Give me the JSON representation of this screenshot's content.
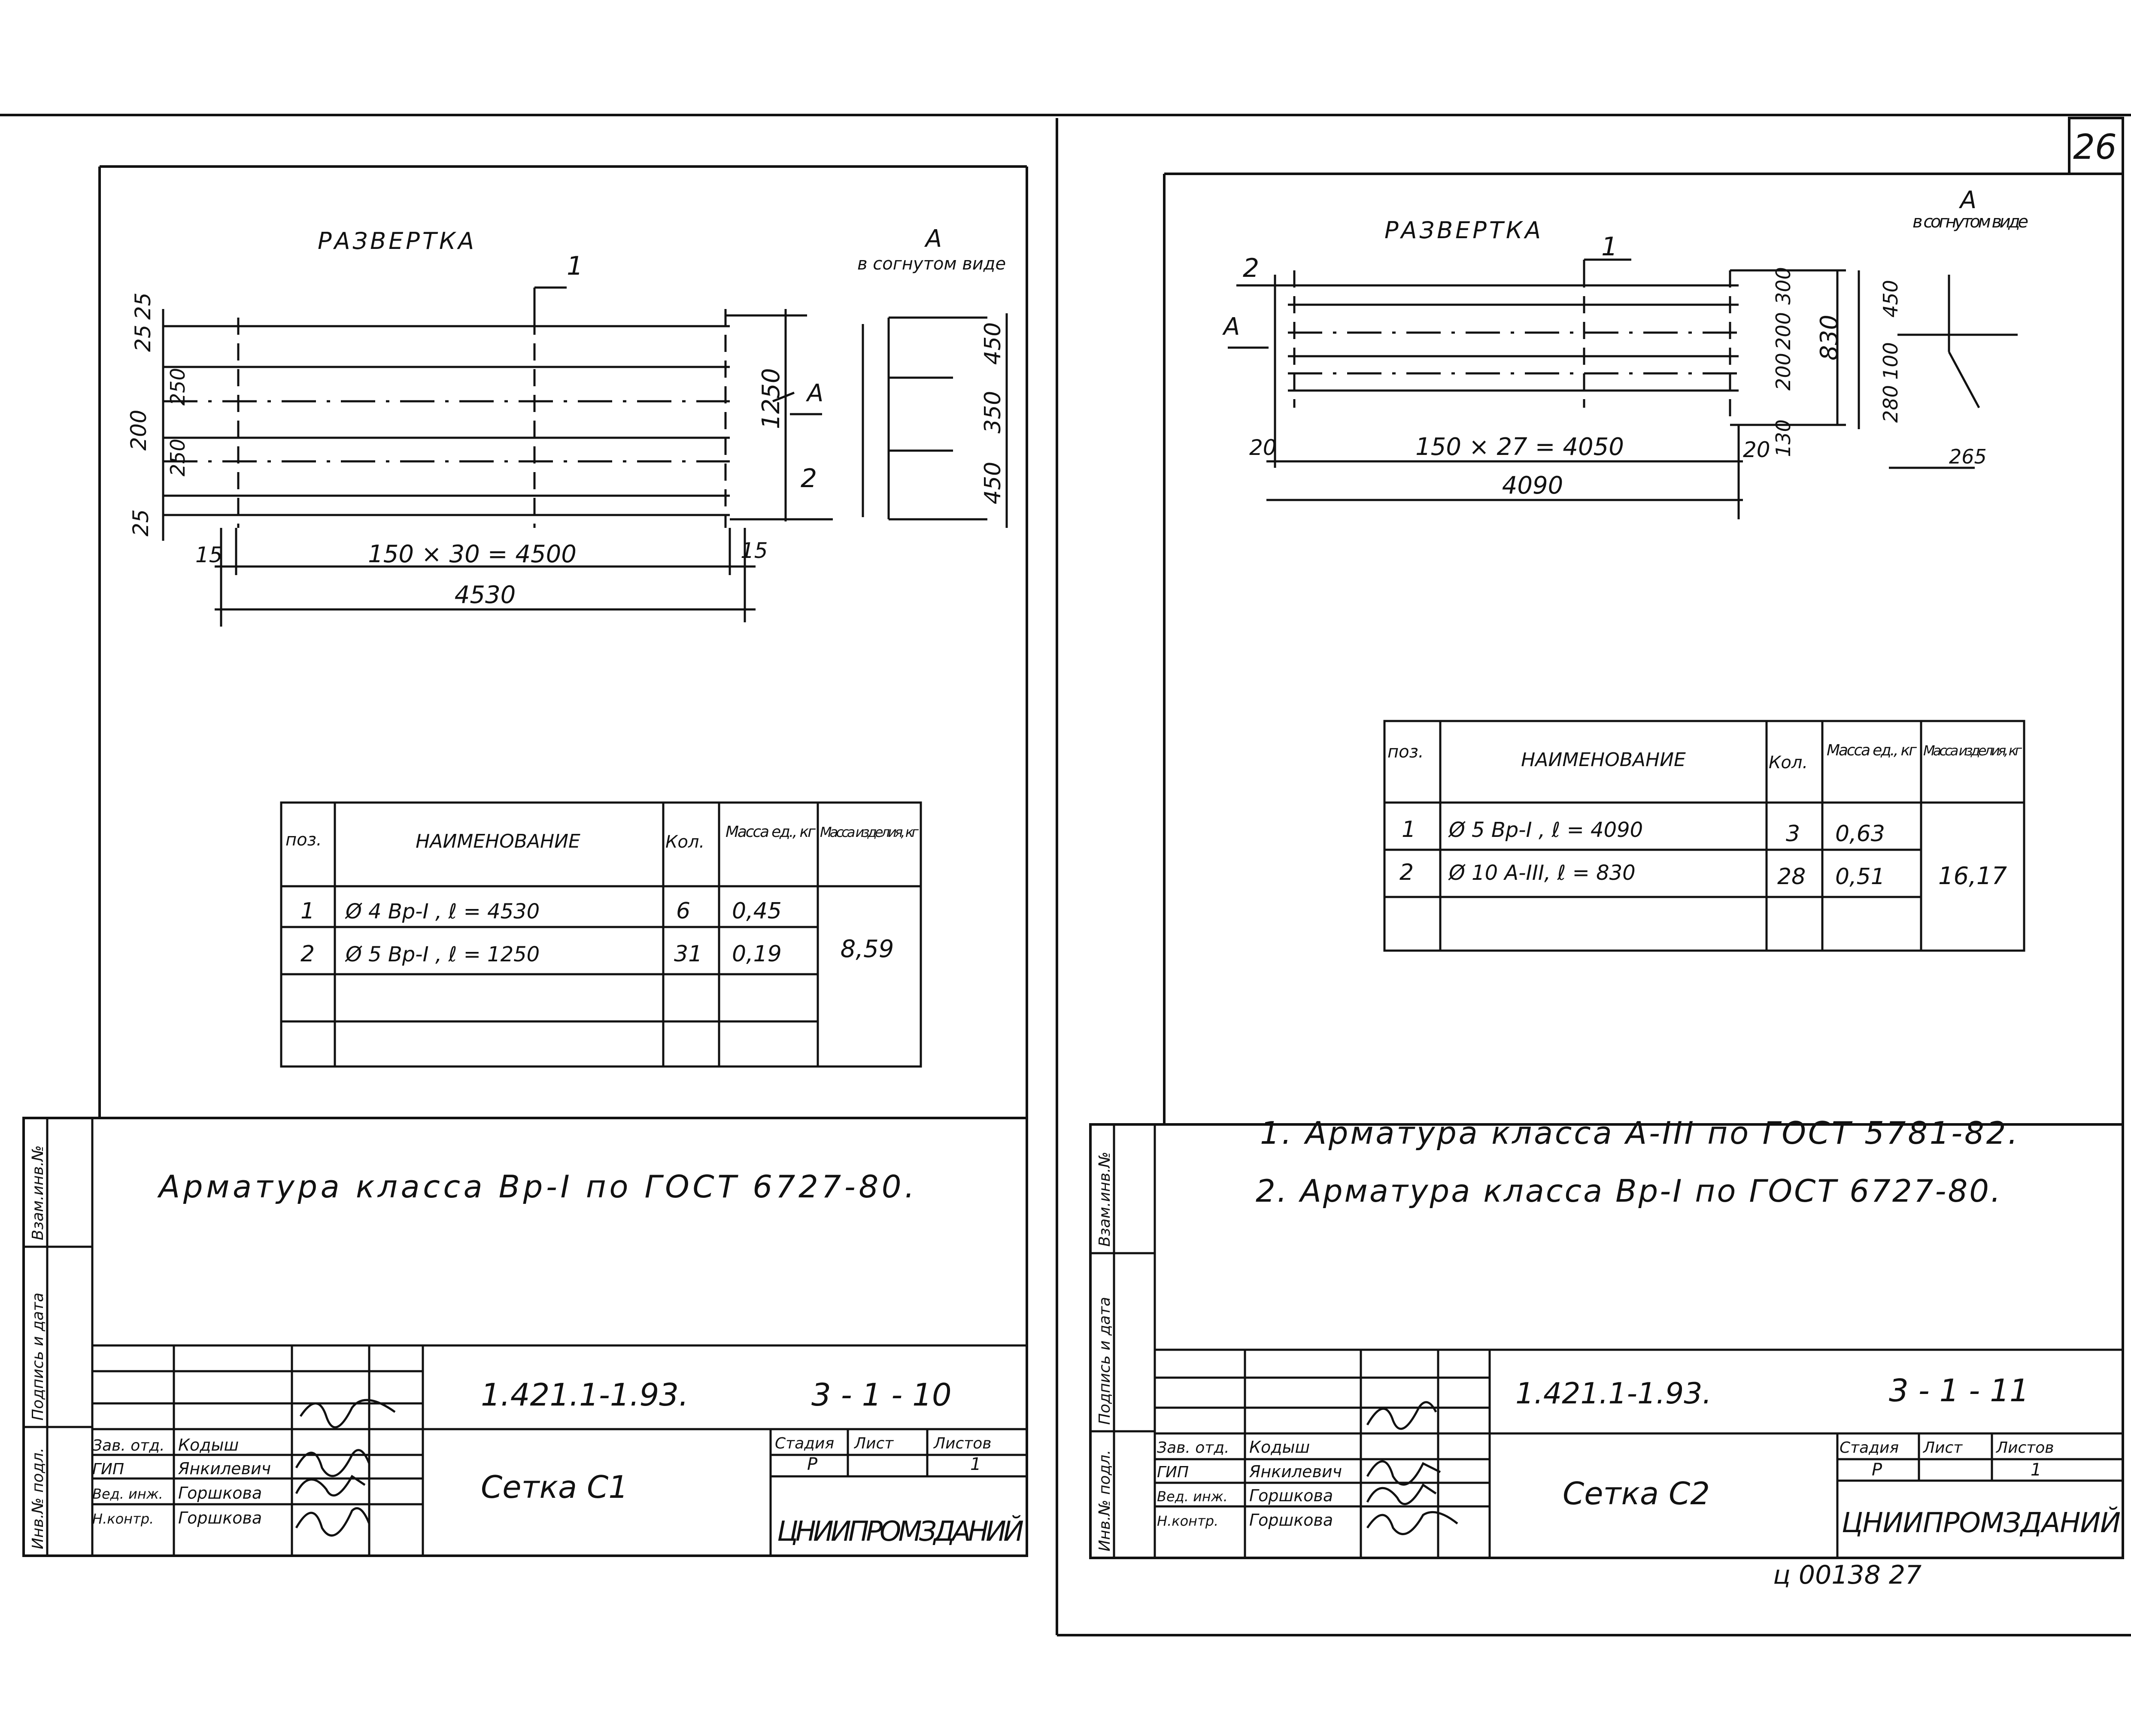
{
  "page_number": "26",
  "bottom_stamp": "ц 00138   27",
  "left_sheet": {
    "razvertka_label": "РАЗВЕРТКА",
    "view_a_label": "А",
    "view_a_sub": "в согнутом виде",
    "dims": {
      "top_left": "25",
      "pitch_a": "25",
      "pitch_250": "250",
      "pitch_200": "200",
      "pitch_250b": "250",
      "bot_left": "25",
      "height_1250": "1250",
      "arrow_a": "А",
      "pos_1": "1",
      "pos_2": "2",
      "left_15": "15",
      "right_15": "15",
      "span": "150 × 30 =  4500",
      "total": "4530",
      "v_450a": "450",
      "v_350": "350",
      "v_450b": "450"
    },
    "table": {
      "headers": [
        "поз.",
        "НАИМЕНОВАНИЕ",
        "Кол.",
        "Масса ед., кг",
        "Масса изделия, кг"
      ],
      "rows": [
        {
          "pos": "1",
          "name": "Ø 4 Вр-I , ℓ = 4530",
          "qty": "6",
          "mass_unit": "0,45"
        },
        {
          "pos": "2",
          "name": "Ø 5 Вр-I , ℓ = 1250",
          "qty": "31",
          "mass_unit": "0,19"
        }
      ],
      "mass_total": "8,59"
    },
    "note": "Арматура класса Вр-I по ГОСТ 6727-80.",
    "side_labels": [
      "Взам.инв.№",
      "Подпись и дата",
      "Инв.№ подл."
    ],
    "title_block": {
      "code": "1.421.1-1.93.",
      "sheet_code": "3 - 1 - 10",
      "name": "Сетка С1",
      "stage_h": "Стадия",
      "list_h": "Лист",
      "listov_h": "Листов",
      "stage": "Р",
      "listov": "1",
      "org": "ЦНИИПРОМЗДАНИЙ",
      "roles": [
        "Зав. отд.",
        "ГИП",
        "Вед. инж.",
        "Н.контр."
      ],
      "names": [
        "Кодыш",
        "Янкилевич",
        "Горшкова",
        "Горшкова"
      ]
    }
  },
  "right_sheet": {
    "razvertka_label": "РАЗВЕРТКА",
    "view_a_label": "А",
    "view_a_sub": "в согнутом виде",
    "dims": {
      "pos_1": "1",
      "pos_2": "2",
      "arrow_a": "А",
      "v_300": "300",
      "v_200a": "200",
      "v_200b": "200",
      "v_130": "130",
      "v_830": "830",
      "left_20": "20",
      "right_20": "20",
      "span": "150 × 27 = 4050",
      "total": "4090",
      "v_450": "450",
      "v_100": "100",
      "v_280": "280",
      "h_265": "265"
    },
    "table": {
      "headers": [
        "поз.",
        "НАИМЕНОВАНИЕ",
        "Кол.",
        "Масса ед., кг",
        "Масса изделия, кг"
      ],
      "rows": [
        {
          "pos": "1",
          "name": "Ø 5 Вр-I , ℓ = 4090",
          "qty": "3",
          "mass_unit": "0,63"
        },
        {
          "pos": "2",
          "name": "Ø 10 А-III, ℓ = 830",
          "qty": "28",
          "mass_unit": "0,51"
        }
      ],
      "mass_total": "16,17"
    },
    "note_1": "1. Арматура класса А-III по ГОСТ 5781-82.",
    "note_2": "2. Арматура класса Вр-I по ГОСТ 6727-80.",
    "side_labels": [
      "Взам.инв.№",
      "Подпись и дата",
      "Инв.№ подл."
    ],
    "title_block": {
      "code": "1.421.1-1.93.",
      "sheet_code": "3 - 1 - 11",
      "name": "Сетка С2",
      "stage_h": "Стадия",
      "list_h": "Лист",
      "listov_h": "Листов",
      "stage": "Р",
      "listov": "1",
      "org": "ЦНИИПРОМЗДАНИЙ",
      "roles": [
        "Зав. отд.",
        "ГИП",
        "Вед. инж.",
        "Н.контр."
      ],
      "names": [
        "Кодыш",
        "Янкилевич",
        "Горшкова",
        "Горшкова"
      ]
    }
  }
}
